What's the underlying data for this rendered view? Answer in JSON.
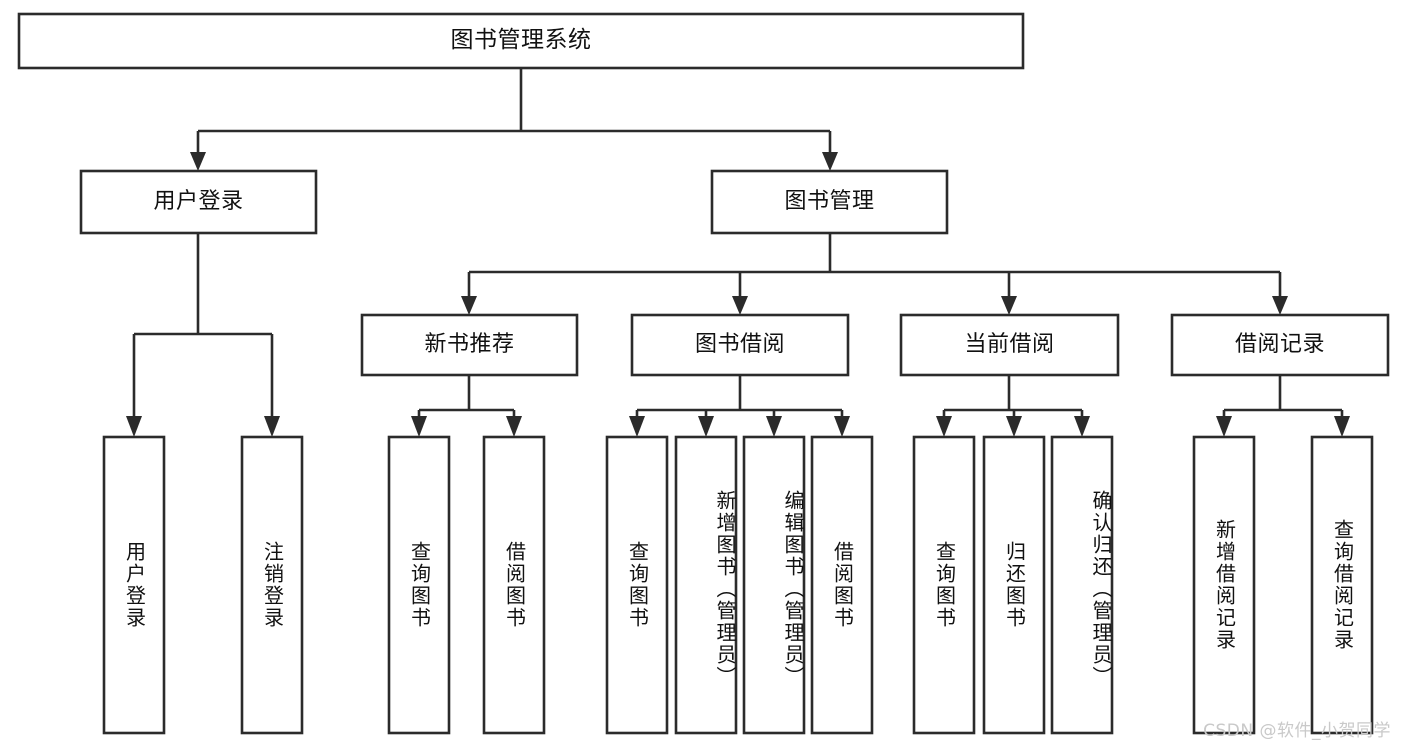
{
  "diagram": {
    "type": "tree-hierarchy",
    "orientation": "top-down",
    "box_fill": "#ffffff",
    "box_stroke": "#2b2b2b",
    "text_color": "#111111",
    "root": {
      "id": "root",
      "label": "图书管理系统"
    },
    "level2": [
      {
        "id": "user-login",
        "label": "用户登录"
      },
      {
        "id": "book-management",
        "label": "图书管理"
      }
    ],
    "level3": [
      {
        "id": "new-book-recommend",
        "label": "新书推荐"
      },
      {
        "id": "book-borrow",
        "label": "图书借阅"
      },
      {
        "id": "current-borrow",
        "label": "当前借阅"
      },
      {
        "id": "borrow-record",
        "label": "借阅记录"
      }
    ],
    "leaves": {
      "user_login": [
        {
          "id": "leaf-user-login",
          "label": "用户登录"
        },
        {
          "id": "leaf-logout",
          "label": "注销登录"
        }
      ],
      "new_book_recommend": [
        {
          "id": "leaf-query-book-1",
          "label": "查询图书"
        },
        {
          "id": "leaf-borrow-book-1",
          "label": "借阅图书"
        }
      ],
      "book_borrow": [
        {
          "id": "leaf-query-book-2",
          "label": "查询图书"
        },
        {
          "id": "leaf-add-book",
          "label": "新增图书（管理员）"
        },
        {
          "id": "leaf-edit-book",
          "label": "编辑图书（管理员）"
        },
        {
          "id": "leaf-borrow-book-2",
          "label": "借阅图书"
        }
      ],
      "current_borrow": [
        {
          "id": "leaf-query-book-3",
          "label": "查询图书"
        },
        {
          "id": "leaf-return-book",
          "label": "归还图书"
        },
        {
          "id": "leaf-confirm-return",
          "label": "确认归还（管理员）"
        }
      ],
      "borrow_record": [
        {
          "id": "leaf-add-record",
          "label": "新增借阅记录"
        },
        {
          "id": "leaf-query-record",
          "label": "查询借阅记录"
        }
      ]
    }
  },
  "watermark": {
    "text": "CSDN @软件_小贺同学",
    "color": "#c9c9c9"
  }
}
